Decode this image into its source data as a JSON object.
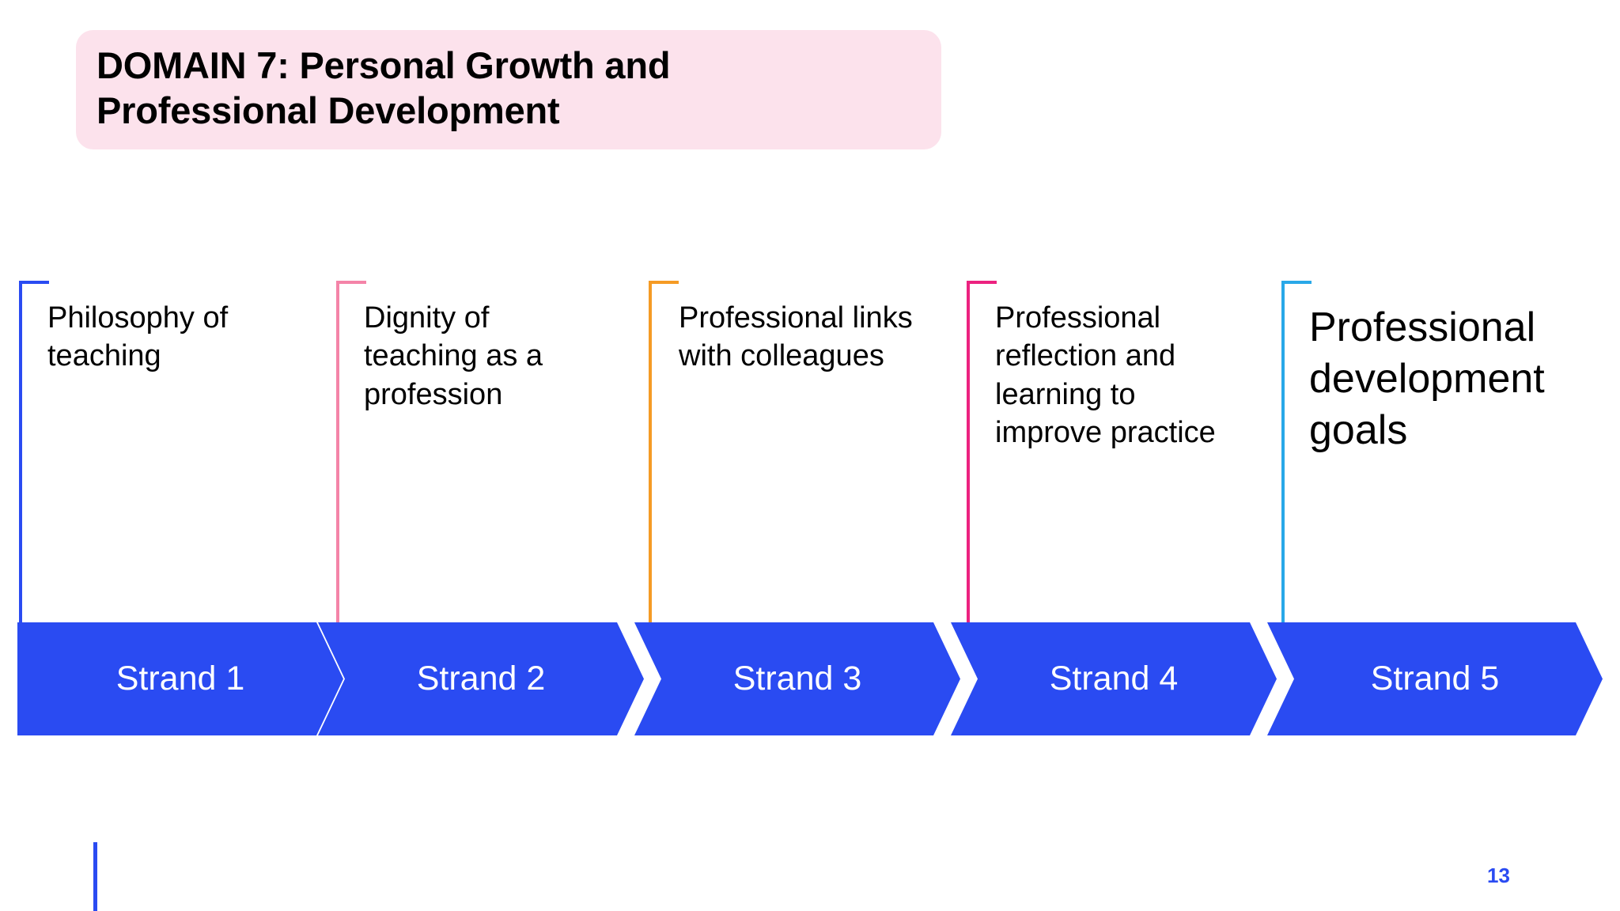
{
  "slide": {
    "title": "DOMAIN 7: Personal Growth and\nProfessional Development",
    "title_bg_color": "#FCE2EC",
    "page_number": "13",
    "accent_color": "#2A4BF2"
  },
  "strands": [
    {
      "label": "Strand 1",
      "description": "Philosophy of\nteaching",
      "connector_color": "#2A4BF2",
      "emphasis": false
    },
    {
      "label": "Strand 2",
      "description": "Dignity of\nteaching as a\nprofession",
      "connector_color": "#F484A8",
      "emphasis": false
    },
    {
      "label": "Strand 3",
      "description": "Professional links\nwith colleagues",
      "connector_color": "#F59B25",
      "emphasis": false
    },
    {
      "label": "Strand 4",
      "description": "Professional\nreflection and\nlearning to\nimprove practice",
      "connector_color": "#EC2280",
      "emphasis": false
    },
    {
      "label": "Strand 5",
      "description": "Professional\ndevelopment\ngoals",
      "connector_color": "#29A8E8",
      "emphasis": true
    }
  ]
}
